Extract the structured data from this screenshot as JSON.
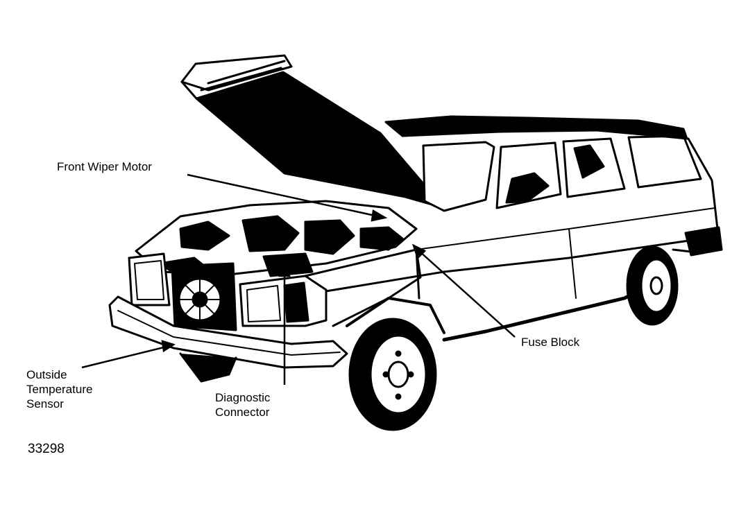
{
  "labels": {
    "front_wiper_motor": "Front Wiper Motor",
    "fuse_block": "Fuse Block",
    "outside_temperature_sensor": [
      "Outside",
      "Temperature",
      "Sensor"
    ],
    "diagnostic_connector": [
      "Diagnostic",
      "Connector"
    ]
  },
  "figure_number": "33298",
  "colors": {
    "ink": "#000000",
    "paper": "#ffffff"
  }
}
